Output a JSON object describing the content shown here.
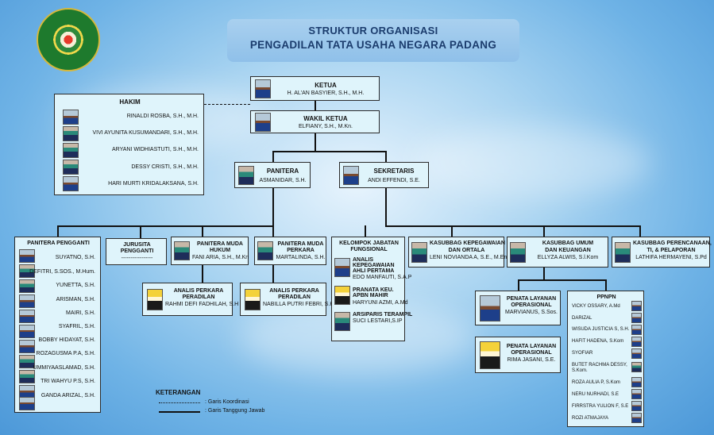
{
  "title": {
    "line1": "STRUKTUR ORGANISASI",
    "line2": "PENGADILAN TATA USAHA NEGARA PADANG"
  },
  "ketua": {
    "role": "KETUA",
    "name": "H. AL'AN BASYIER, S.H., M.H."
  },
  "wakil": {
    "role": "WAKIL KETUA",
    "name": "ELFIANY, S.H., M.Kn."
  },
  "hakim": {
    "role": "HAKIM",
    "names": [
      "RINALDI ROSBA, S.H., M.H.",
      "VIVI AYUNITA KUSUMANDARI, S.H., M.H.",
      "ARYANI WIDHIASTUTI, S.H., M.H.",
      "DESSY CRISTI, S.H., M.H.",
      "HARI MURTI KRIDALAKSANA, S.H."
    ]
  },
  "panitera": {
    "role": "PANITERA",
    "name": "ASMANIDAR, S.H."
  },
  "sekretaris": {
    "role": "SEKRETARIS",
    "name": "ANDI EFFENDI, S.E."
  },
  "pp": {
    "role": "PANITERA PENGGANTI",
    "names": [
      "SUYATNO, S.H.",
      "DEFITRI, S.SOS., M.Hum.",
      "YUNETTA, S.H.",
      "ARISMAN, S.H.",
      "MAIRI, S.H.",
      "SYAFRIL, S.H.",
      "BOBBY HIDAYAT, S.H.",
      "ROZAGUSMA P.A, S.H.",
      "UMMIYAASLAMAD, S.H.",
      "TRI WAHYU P.S, S.H.",
      "GANDA ARIZAL, S.H."
    ]
  },
  "jurusita": {
    "role1": "JURUSITA",
    "role2": "PENGGANTI",
    "name": "-----------------"
  },
  "pm_hukum": {
    "role1": "PANITERA MUDA",
    "role2": "HUKUM",
    "name": "FANI ARIA, S.H., M.Kn"
  },
  "pm_perkara": {
    "role1": "PANITERA MUDA",
    "role2": "PERKARA",
    "name": "MARTALINDA, S.H."
  },
  "analis1": {
    "role1": "ANALIS PERKARA",
    "role2": "PERADILAN",
    "name": "RAHMI DEFI FADHILAH, S.H"
  },
  "analis2": {
    "role1": "ANALIS PERKARA",
    "role2": "PERADILAN",
    "name": "NABILLA PUTRI FEBRI, S.H"
  },
  "jabfung": {
    "role1": "KELOMPOK JABATAN",
    "role2": "FUNGSIONAL",
    "items": [
      {
        "r1": "ANALIS",
        "r2": "KEPEGAWAIAN",
        "r3": "AHLI PERTAMA",
        "name": "EDO MANFAUTI, S.A.P"
      },
      {
        "r1": "PRANATA KEU.",
        "r2": "APBN MAHIR",
        "name": "HARYUNI AZMI, A.Md"
      },
      {
        "r1": "ARSIPARIS TERAMPIL",
        "name": "SUCI LESTARI,S.IP"
      }
    ]
  },
  "kepeg": {
    "role1": "KASUBBAG KEPEGAWAIAN",
    "role2": "DAN ORTALA",
    "name": "LENI NOVIANDA A, S.E., M.Eng"
  },
  "umum": {
    "role1": "KASUBBAG UMUM",
    "role2": "DAN KEUANGAN",
    "name": "ELLYZA ALWIS, S.l.Kom"
  },
  "ptip": {
    "role1": "KASUBBAG PERENCANAAN,",
    "role2": "TI, & PELAPORAN",
    "name": "LATHIFA HERMAYENI, S.Pd"
  },
  "penata1": {
    "role1": "PENATA LAYANAN",
    "role2": "OPERASIONAL",
    "name": "MARVIANUS, S.Sos."
  },
  "penata2": {
    "role1": "PENATA LAYANAN",
    "role2": "OPERASIONAL",
    "name": "RIMA JASANI, S.E."
  },
  "ppnpn": {
    "role": "PPNPN",
    "names": [
      "VICKY OSSARY, A.Md",
      "DARIZAL",
      "WISUDA JUSTICIA S, S.H.",
      "HAFIT HADENA, S.Kom",
      "SYOFIAR",
      "BUTET RACHMA DESSY,",
      "S.Kom.",
      "ROZA AULIA P, S.Kom",
      "NERU NURHADI, S.E",
      "FIRRSTRA YULION F, S.E",
      "ROZI ATMAJAYA"
    ]
  },
  "keterangan": {
    "title": "KETERANGAN",
    "coord": ": Garis Koordinasi",
    "resp": ": Garis Tanggung Jawab"
  }
}
